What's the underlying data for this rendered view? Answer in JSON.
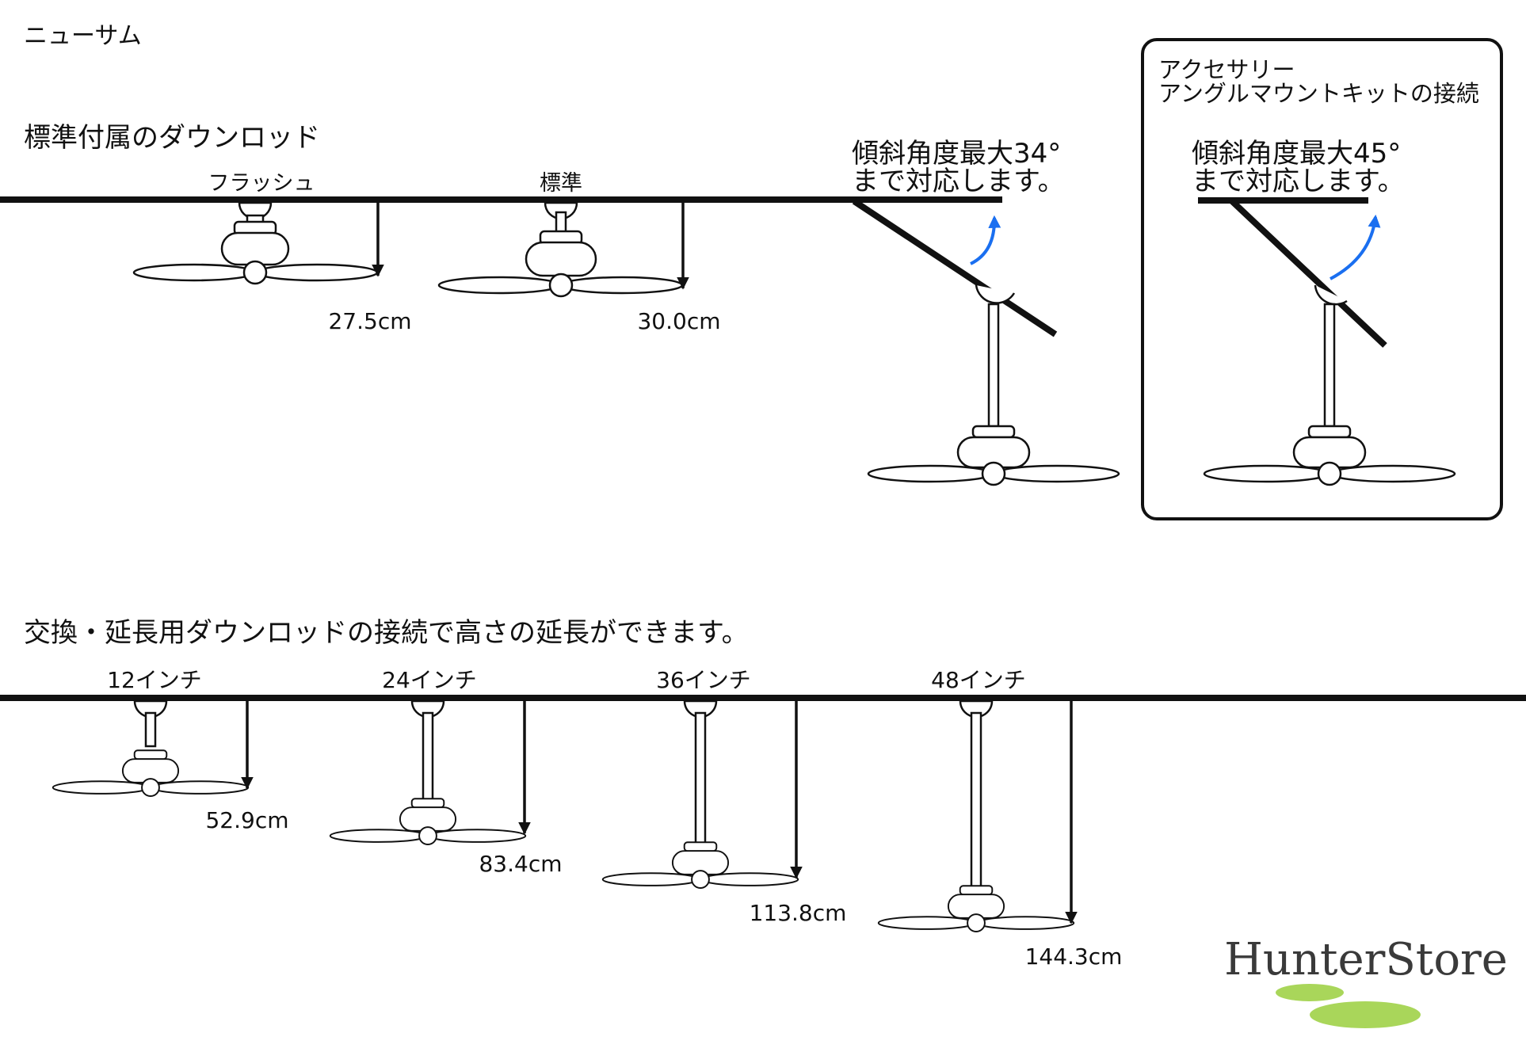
{
  "product_name": "ニューサム",
  "standard": {
    "heading": "標準付属のダウンロッド",
    "flush": {
      "label": "フラッシュ",
      "measure": "27.5cm"
    },
    "normal": {
      "label": "標準",
      "measure": "30.0cm"
    },
    "slope": {
      "line1": "傾斜角度最大34°",
      "line2": "まで対応します。"
    }
  },
  "accessory": {
    "title1": "アクセサリー",
    "title2": "アングルマウントキットの接続",
    "line1": "傾斜角度最大45°",
    "line2": "まで対応します。"
  },
  "extension": {
    "heading": "交換・延長用ダウンロッドの接続で高さの延長ができます。",
    "items": [
      {
        "label": "12インチ",
        "measure": "52.9cm"
      },
      {
        "label": "24インチ",
        "measure": "83.4cm"
      },
      {
        "label": "36インチ",
        "measure": "113.8cm"
      },
      {
        "label": "48インチ",
        "measure": "144.3cm"
      }
    ]
  },
  "logo": {
    "text": "HunterStore"
  },
  "colors": {
    "line": "#111111",
    "arrow_blue": "#1a6ff0",
    "logo_green": "#a9d65a",
    "logo_text": "#3a3a3a"
  }
}
